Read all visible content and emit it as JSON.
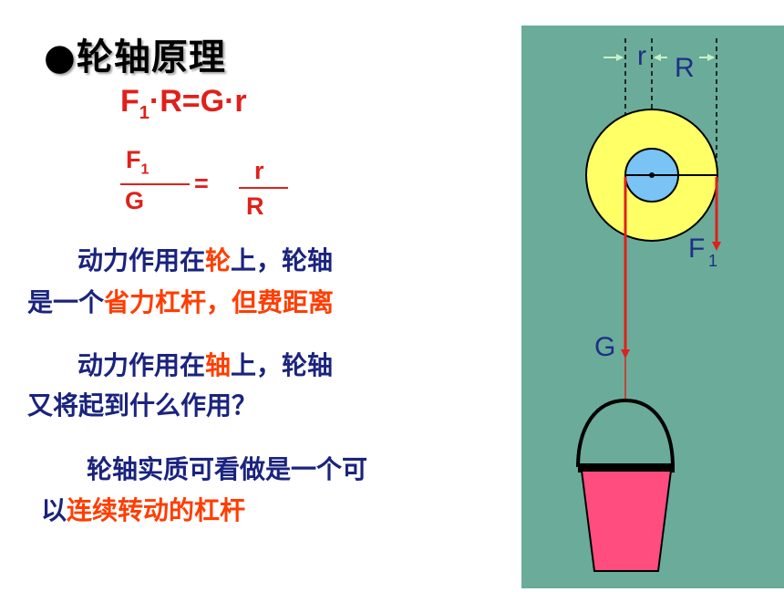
{
  "title": "●轮轴原理",
  "formula": {
    "f": "F",
    "f_sub": "1",
    "rest": "·R=G·r"
  },
  "fraction": {
    "num_left": "F",
    "num_left_sub": "1",
    "den_left": "G",
    "equals": "=",
    "num_right": "r",
    "den_right": "R"
  },
  "paragraph1": {
    "line1_a": "动力作用在",
    "line1_hl": "轮",
    "line1_b": "上，轮轴",
    "line2_a": "是一个",
    "line2_hl": "省力杠杆，但费距离"
  },
  "paragraph2": {
    "line1_a": "动力作用在",
    "line1_hl": "轴",
    "line1_b": "上，轮轴",
    "line2": "又将起到什么作用？"
  },
  "paragraph3": {
    "line1": "轮轴实质可看做是一个可",
    "line2_a": "以",
    "line2_hl": "连续转动的杠杆"
  },
  "diagram": {
    "label_r": "r",
    "label_R": "R",
    "label_F": "F",
    "label_F_sub": "1",
    "label_G": "G"
  },
  "colors": {
    "scene_bg": "#6aab99",
    "wheel": "#ffff66",
    "axle": "#79c3f5",
    "arrow": "#e0201b",
    "bucket": "#ff4d7f",
    "text_blue": "#1a237e",
    "highlight": "#ff3d00"
  }
}
